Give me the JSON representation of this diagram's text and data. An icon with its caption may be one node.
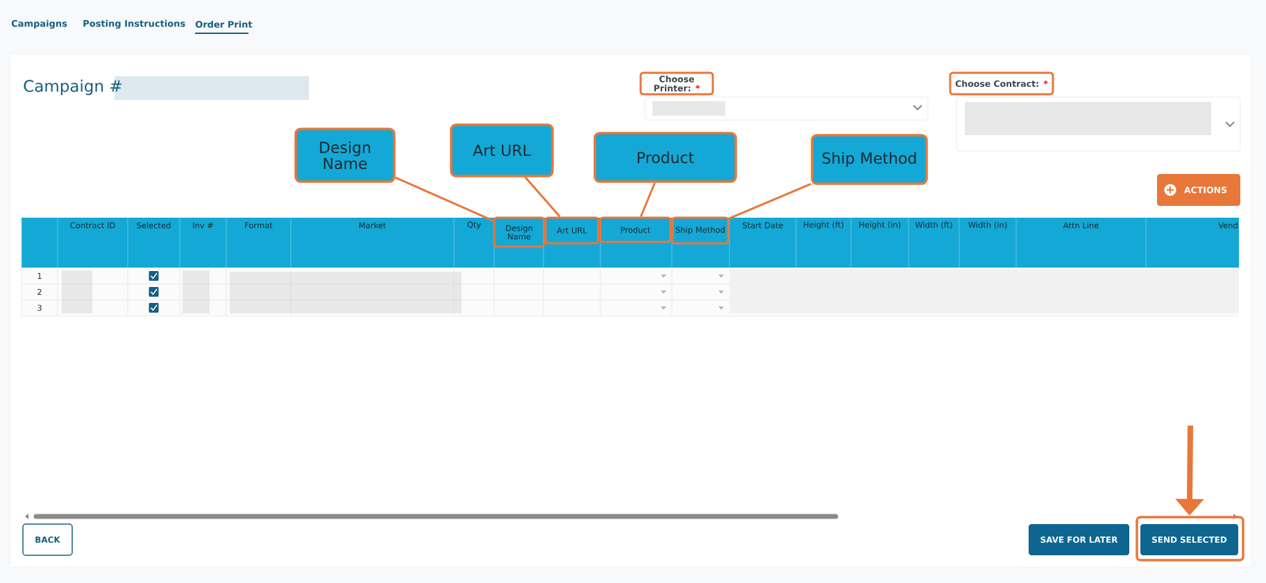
{
  "diagram": {
    "nodes": [
      {
        "text": [
          "Choose Printer:",
          "*"
        ]
      },
      {
        "text": [
          "Choose Contract:",
          "*"
        ]
      },
      {
        "text": [
          "Design Name"
        ]
      },
      {
        "text": [
          "Art URL"
        ]
      },
      {
        "text": [
          "Product"
        ]
      },
      {
        "text": [
          "Ship Method"
        ]
      },
      {
        "text": [
          "ACTIONS"
        ]
      },
      {
        "text": [
          "Design Name"
        ]
      },
      {
        "text": [
          "Art URL"
        ]
      },
      {
        "text": [
          "Product"
        ]
      },
      {
        "text": [
          "Ship Method"
        ]
      },
      {
        "text": [
          "BACK"
        ]
      },
      {
        "text": [
          "SAVE FOR LATER"
        ]
      },
      {
        "text": [
          "SEND SELECTED"
        ]
      }
    ],
    "edges": [
      {
        "from": 2,
        "to": 7,
        "arrow": "none"
      },
      {
        "from": 3,
        "to": 8,
        "arrow": "none"
      },
      {
        "from": 4,
        "to": 9,
        "arrow": "none"
      },
      {
        "from": 5,
        "to": 10,
        "arrow": "none"
      },
      {
        "from": null,
        "to": 13,
        "arrow": "to",
        "style": "thick"
      }
    ],
    "labels": [
      "Campaigns",
      "Posting Instructions",
      "Order Print",
      "Campaign #",
      "Contract ID",
      "Selected",
      "Inv #",
      "Format",
      "Market",
      "Qty",
      "Start Date",
      "Height (ft)",
      "Height (in)",
      "Width (ft)",
      "Width (in)",
      "Attn Line",
      "Vend",
      "1",
      "2",
      "3"
    ]
  }
}
